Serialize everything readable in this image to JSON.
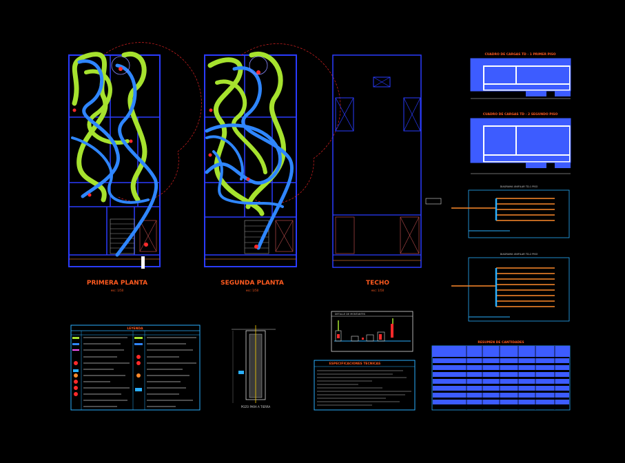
{
  "plans": [
    {
      "title": "PRIMERA PLANTA",
      "scale": "esc: 1/50"
    },
    {
      "title": "SEGUNDA PLANTA",
      "scale": "esc: 1/50"
    },
    {
      "title": "TECHO",
      "scale": "esc: 1/50"
    }
  ],
  "legend": {
    "title": "LEYENDA"
  },
  "pit": {
    "caption": "POZO PARA A TIERRA"
  },
  "tech_spec": {
    "title": "ESPECIFICACIONES TECNICAS"
  },
  "detail_box": {
    "title": "DETALLE DE MONTANTES"
  },
  "tables": [
    {
      "title": "CUADRO DE CARGAS TD - 1 PRIMER PISO"
    },
    {
      "title": "CUADRO DE CARGAS TD - 2 SEGUNDO PISO"
    }
  ],
  "diagrams": [
    {
      "title": "DIAGRAMA UNIFILAR TD-1 PISO"
    },
    {
      "title": "DIAGRAMA UNIFILAR TD-2 PISO"
    }
  ],
  "summary_table": {
    "title": "RESUMEN DE CANTIDADES"
  },
  "colors": {
    "wall": "#2a3cff",
    "circuit_green": "#a6e22e",
    "circuit_blue": "#2f86ff",
    "title_orange": "#ff5a1f",
    "table_blue": "#3d5cff",
    "frame_cyan": "#2ab0ff",
    "red": "#ff2a2a",
    "orange_line": "#ff8a2a"
  }
}
